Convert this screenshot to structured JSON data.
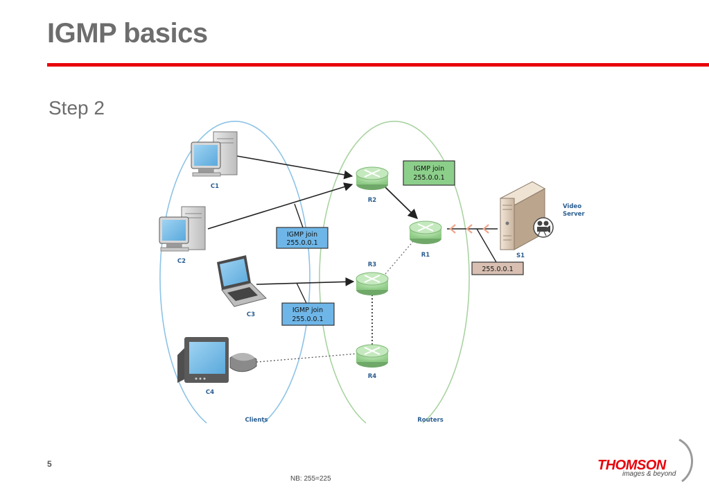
{
  "header": {
    "title": "IGMP basics"
  },
  "slide": {
    "subtitle": "Step 2",
    "page_number": "5",
    "footnote": "NB: 255=225"
  },
  "logo": {
    "name": "THOMSON",
    "tagline": "images & beyond",
    "color": "#e8000b"
  },
  "diagram": {
    "groups": {
      "clients": "Clients",
      "routers": "Routers"
    },
    "clients": {
      "c1": "C1",
      "c2": "C2",
      "c3": "C3",
      "c4": "C4"
    },
    "routers": {
      "r1": "R1",
      "r2": "R2",
      "r3": "R3",
      "r4": "R4"
    },
    "server": {
      "label": "S1",
      "caption": "Video\nServer"
    },
    "boxes": {
      "join_r2": {
        "line1": "IGMP join",
        "line2": "255.0.0.1"
      },
      "join_c2": {
        "line1": "IGMP join",
        "line2": "255.0.0.1"
      },
      "join_c3": {
        "line1": "IGMP join",
        "line2": "255.0.0.1"
      },
      "stream": {
        "line1": "255.0.0.1"
      }
    }
  },
  "colors": {
    "accent_red": "#e8000b",
    "join_box_blue": "#6fb6e8",
    "join_box_green": "#8ccf8a",
    "stream_box": "#d8bfb2",
    "router_green": "#a6d8a0",
    "clients_ellipse": "#8cc3e6",
    "routers_ellipse": "#a9d3a1"
  }
}
